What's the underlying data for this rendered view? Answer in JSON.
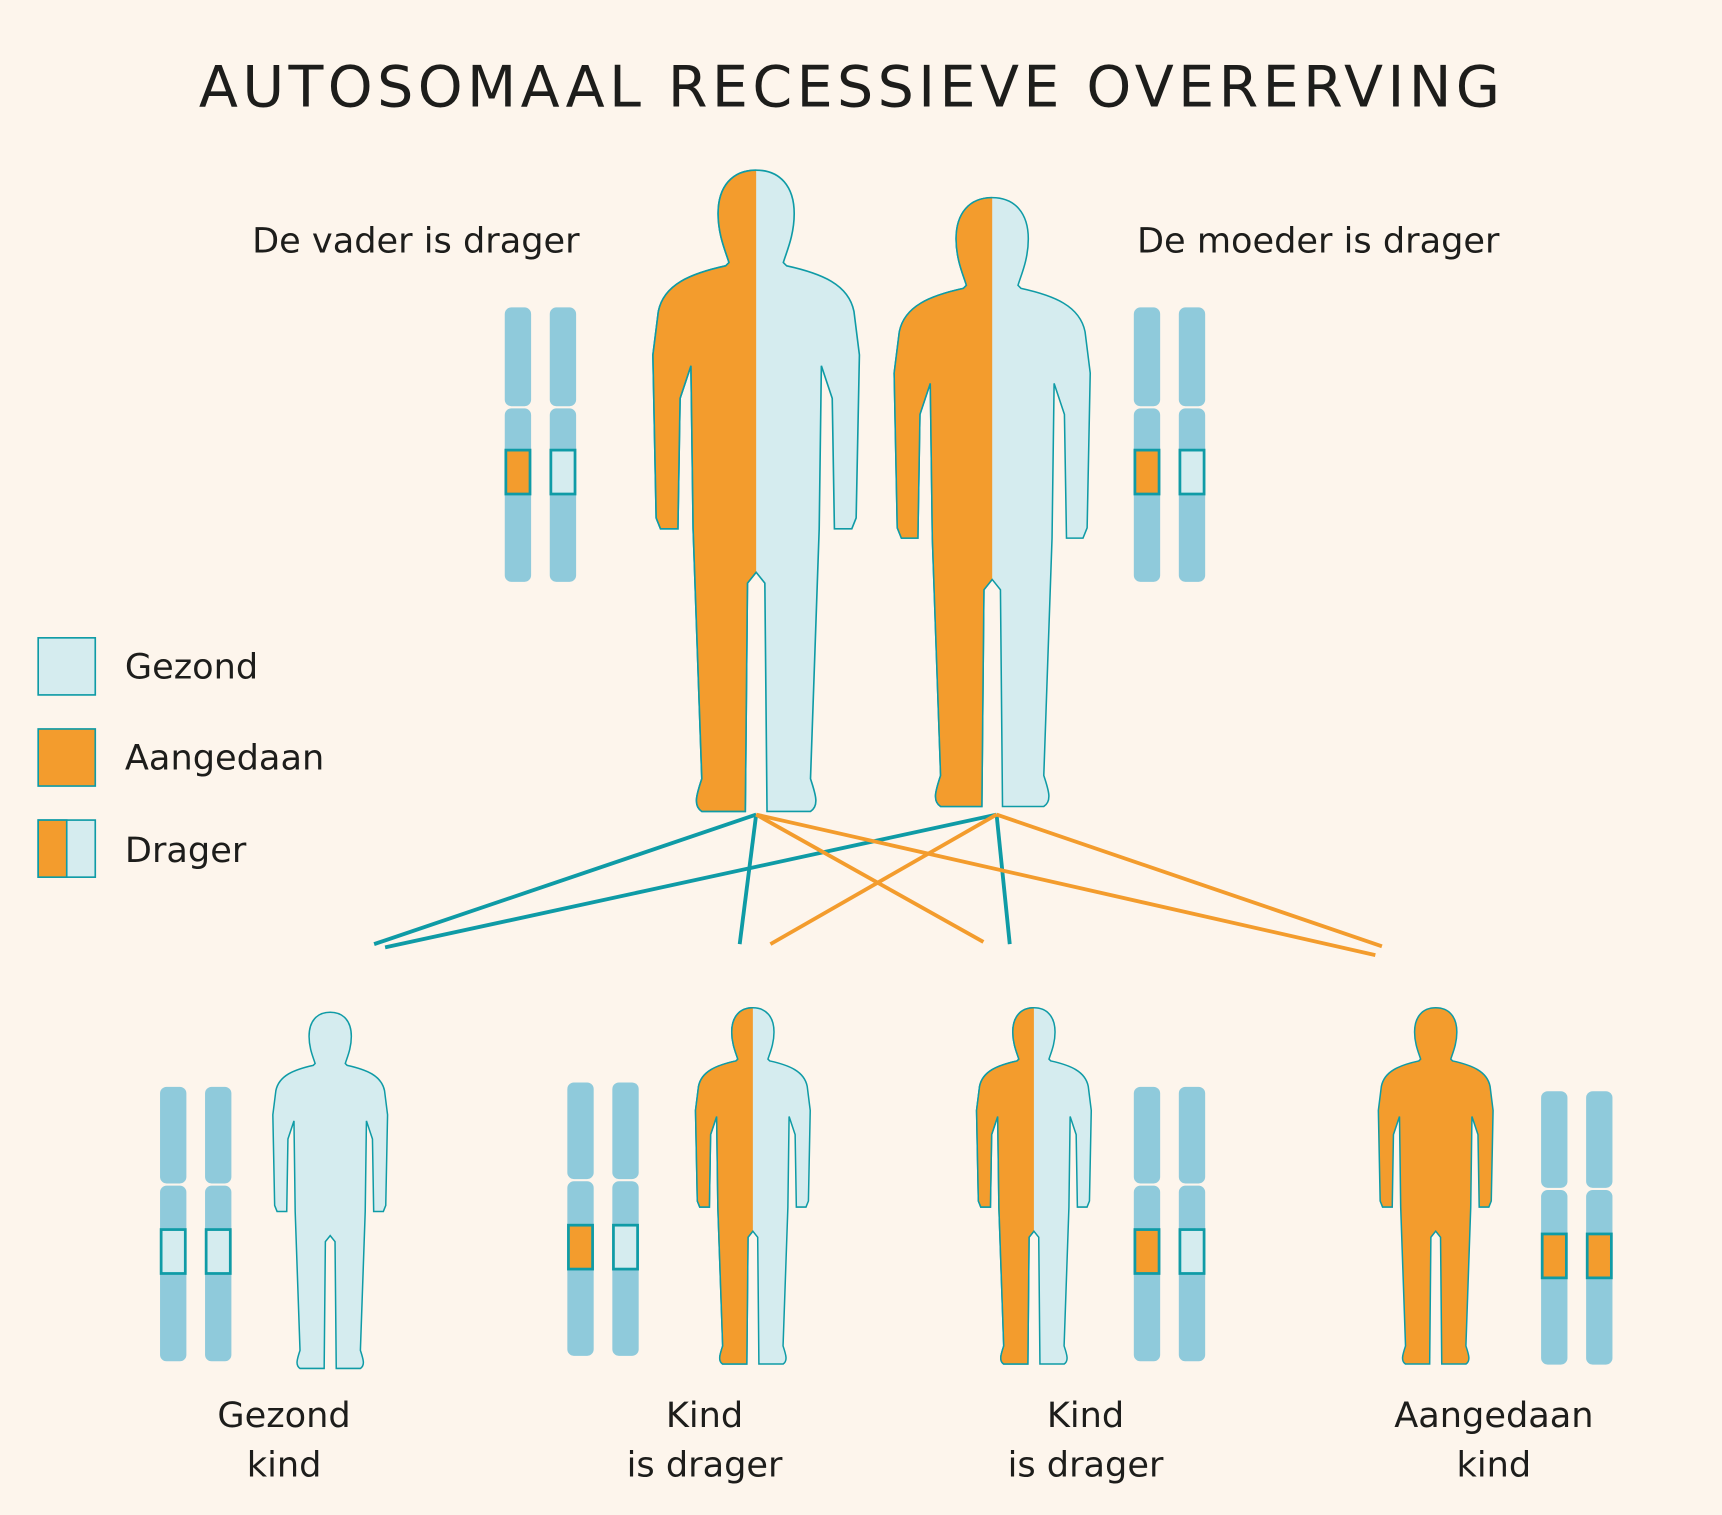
{
  "title": "AUTOSOMAAL RECESSIEVE OVERERVING",
  "parents": {
    "father_label": "De vader is drager",
    "mother_label": "De moeder is drager"
  },
  "legend": [
    {
      "label": "Gezond"
    },
    {
      "label": "Aangedaan"
    },
    {
      "label": "Drager"
    }
  ],
  "children": [
    {
      "line1": "Gezond",
      "line2": "kind"
    },
    {
      "line1": "Kind",
      "line2": "is drager"
    },
    {
      "line1": "Kind",
      "line2": "is drager"
    },
    {
      "line1": "Aangedaan",
      "line2": "kind"
    }
  ],
  "colors": {
    "background": "#fdf5ec",
    "healthy": "#d5ecef",
    "affected": "#f39c2d",
    "outline": "#0f9ba6",
    "chromosome": "#8fcadb"
  }
}
